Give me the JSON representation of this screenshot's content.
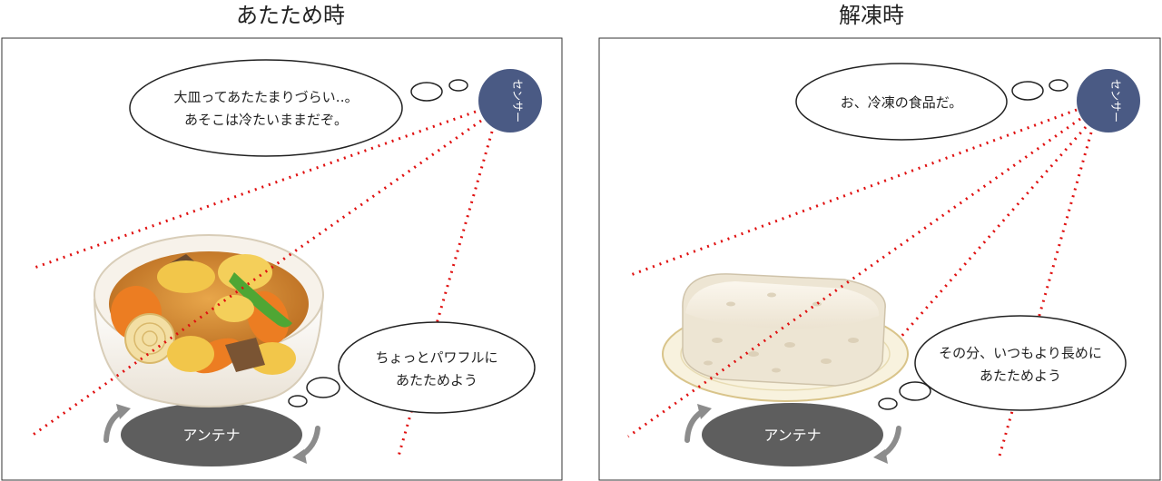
{
  "panels": {
    "left": {
      "title": "あたため時",
      "sensor_label": "センサー",
      "thought_lines": [
        "大皿ってあたたまりづらい‥。",
        "あそこは冷たいままだぞ。"
      ],
      "action_lines": [
        "ちょっとパワフルに",
        "あたためよう"
      ],
      "antenna_label": "アンテナ"
    },
    "right": {
      "title": "解凍時",
      "sensor_label": "センサー",
      "thought_lines": [
        "お、冷凍の食品だ。"
      ],
      "action_lines": [
        "その分、いつもより長めに",
        "あたためよう"
      ],
      "antenna_label": "アンテナ"
    }
  },
  "colors": {
    "sensor": "#4a5a84",
    "beam": "#e01010",
    "antenna": "#5e5e5e",
    "arrow": "#8c8c8c",
    "frame": "#333333"
  },
  "icons": [
    "sensor-icon",
    "stew-bowl-icon",
    "frozen-rice-plate-icon",
    "rotation-arrow-icon"
  ]
}
